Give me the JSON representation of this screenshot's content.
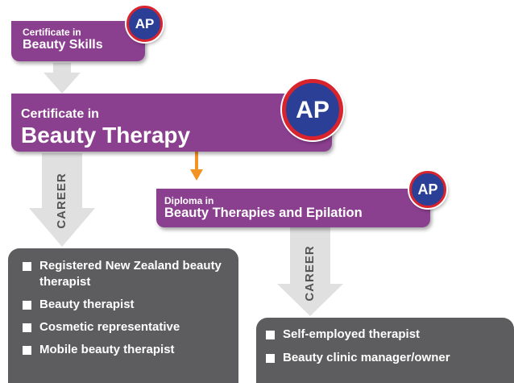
{
  "qualifications": {
    "skills": {
      "prefix": "Certificate in",
      "name": "Beauty Skills",
      "badge": "AP"
    },
    "therapy": {
      "prefix": "Certificate in",
      "name": "Beauty Therapy",
      "badge": "AP"
    },
    "diploma": {
      "prefix": "Diploma in",
      "name": "Beauty Therapies and Epilation",
      "badge": "AP"
    }
  },
  "career_label": "CAREER",
  "careers_left": [
    "Registered New Zealand beauty therapist",
    "Beauty therapist",
    "Cosmetic representative",
    "Mobile beauty therapist"
  ],
  "careers_right": [
    "Self-employed therapist",
    "Beauty clinic manager/owner"
  ],
  "colors": {
    "qualification": "#8b3f8f",
    "badge_fill": "#2b3f97",
    "badge_ring": "#d9232d",
    "career_box": "#5d5d5f",
    "pathway_arrow": "#e0e0e0",
    "progression_arrow": "#f39325"
  }
}
